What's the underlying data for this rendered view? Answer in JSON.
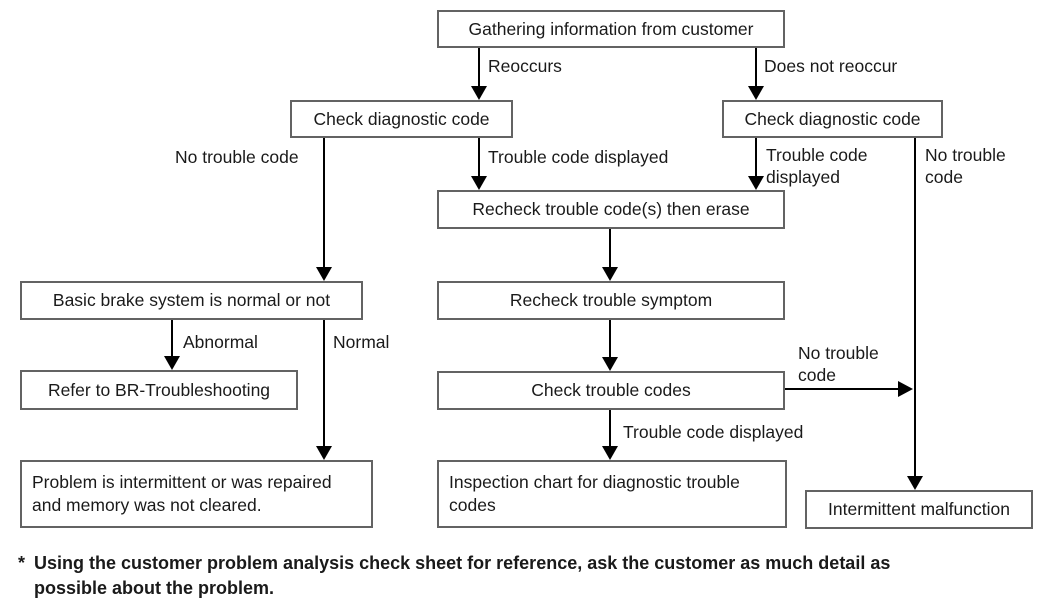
{
  "nodes": {
    "gathering": {
      "label": "Gathering information from customer"
    },
    "check_diag_left": {
      "label": "Check diagnostic code"
    },
    "check_diag_right": {
      "label": "Check diagnostic code"
    },
    "recheck_erase": {
      "label": "Recheck trouble code(s) then erase"
    },
    "recheck_symptom": {
      "label": "Recheck trouble symptom"
    },
    "check_codes": {
      "label": "Check trouble codes"
    },
    "basic_brake": {
      "label": "Basic brake system is normal or not"
    },
    "refer_br": {
      "label": "Refer to BR-Troubleshooting"
    },
    "problem_intermittent": {
      "label": "Problem is intermittent or was repaired and memory was not cleared."
    },
    "inspection_chart": {
      "label": "Inspection chart for diagnostic trouble codes"
    },
    "intermittent_malfunction": {
      "label": "Intermittent malfunction"
    }
  },
  "edge_labels": {
    "reoccurs": "Reoccurs",
    "does_not_reoccur": "Does not reoccur",
    "no_trouble_code_left": "No trouble code",
    "trouble_code_displayed_left": "Trouble code displayed",
    "trouble_code_displayed_right": "Trouble code displayed",
    "no_trouble_code_right": "No trouble code",
    "abnormal": "Abnormal",
    "normal": "Normal",
    "no_trouble_code_mid": "No trouble code",
    "trouble_code_displayed_mid": "Trouble code displayed"
  },
  "footnote": {
    "marker": "*",
    "text": "Using the customer problem analysis check sheet for reference, ask the customer as much detail as possible about the problem."
  }
}
